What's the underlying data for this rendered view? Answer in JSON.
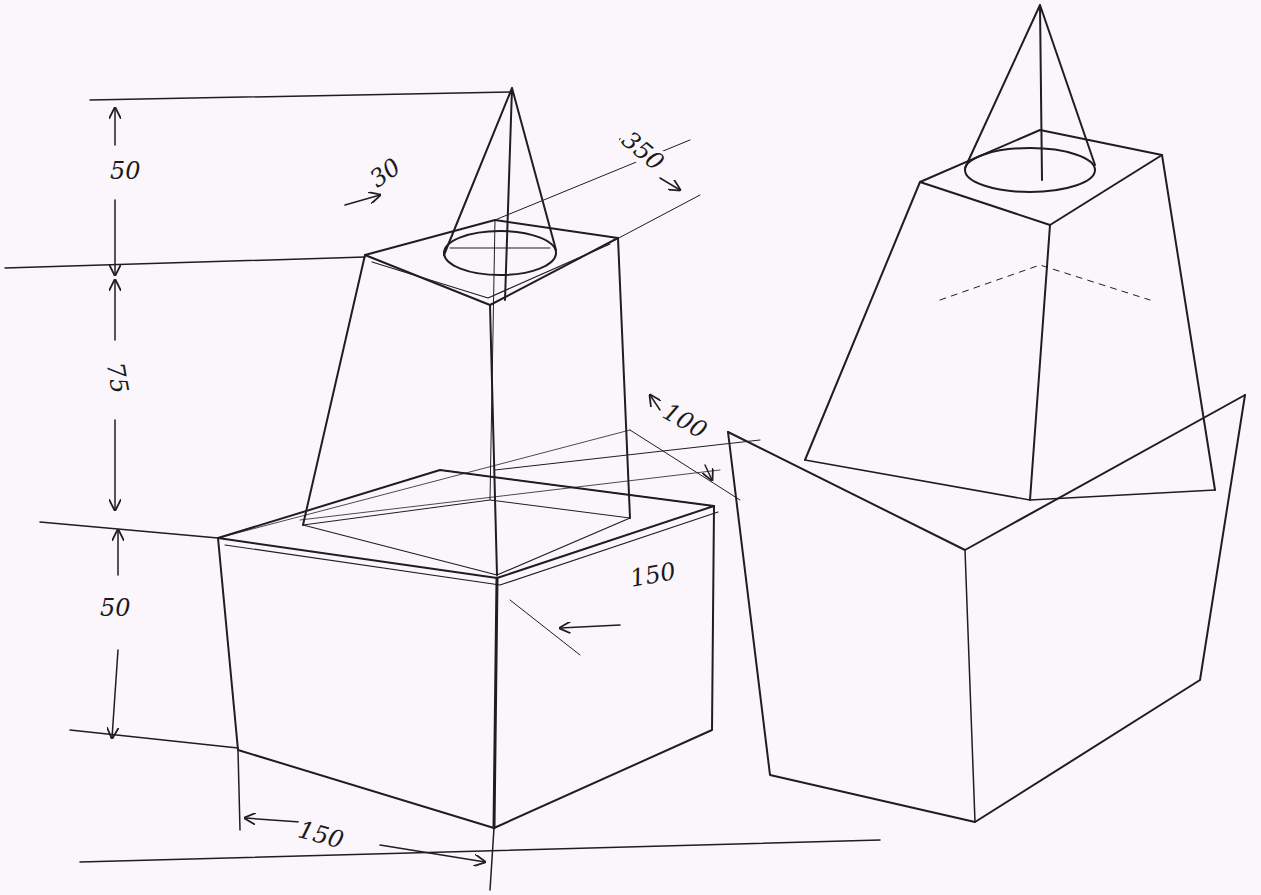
{
  "diagram": {
    "labels": [
      "50",
      "75",
      "50",
      "30",
      "350",
      "100",
      "150",
      "150"
    ]
  }
}
